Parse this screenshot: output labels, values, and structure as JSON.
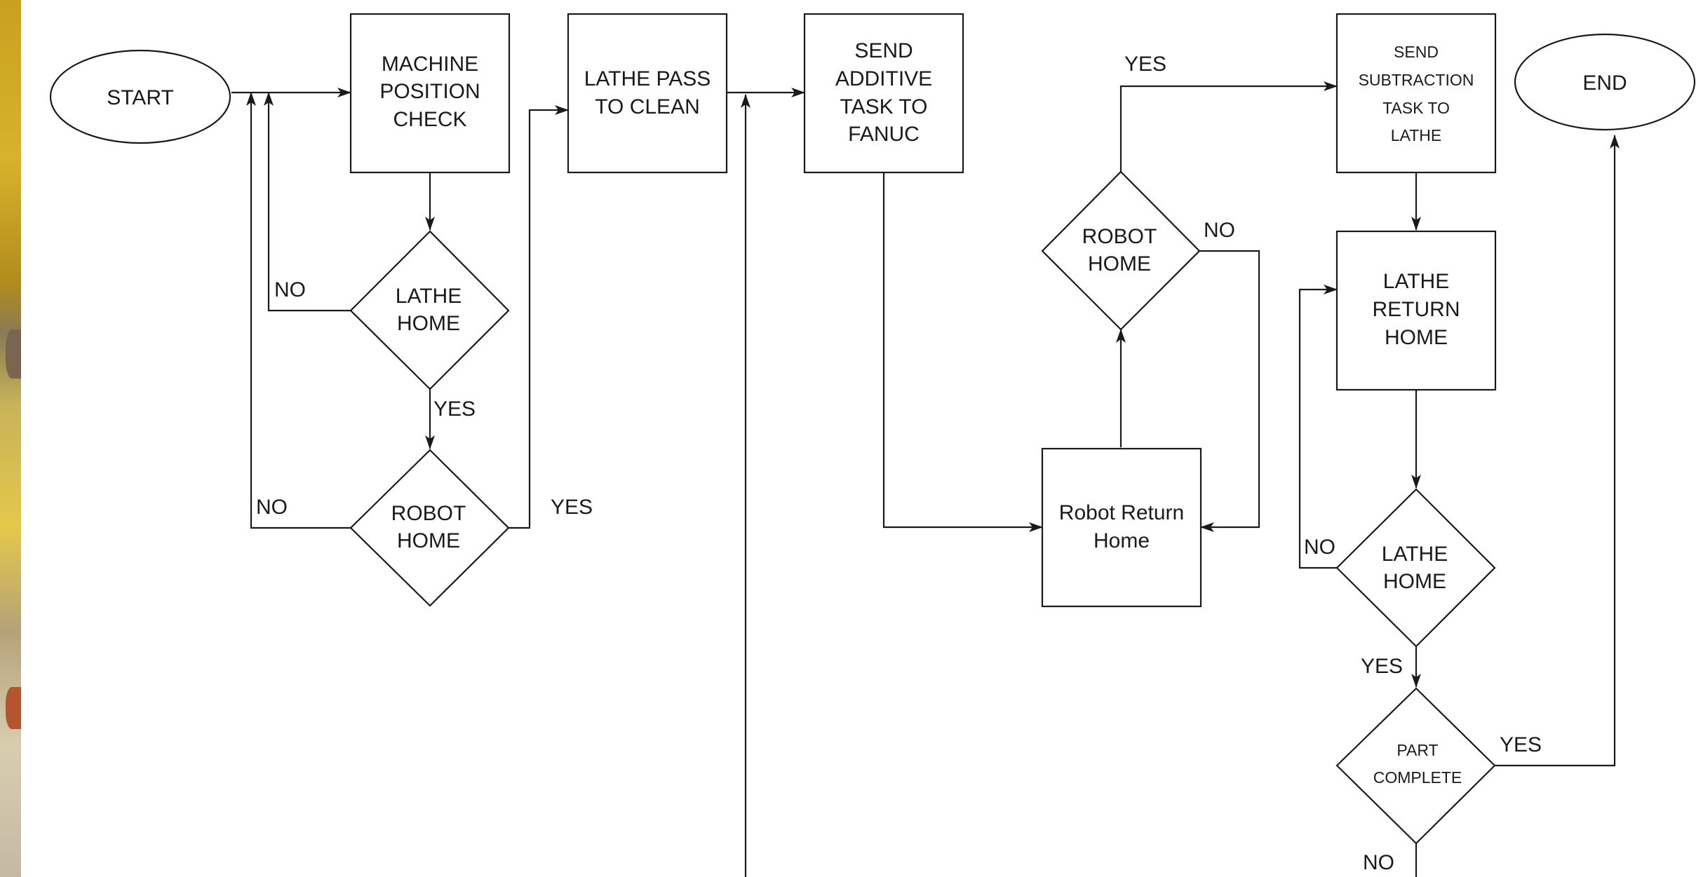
{
  "nodes": {
    "start": "START",
    "machine_position_check": [
      "MACHINE",
      "POSITION",
      "CHECK"
    ],
    "lathe_pass": [
      "LATHE PASS",
      "TO CLEAN"
    ],
    "send_additive": [
      "SEND",
      "ADDITIVE",
      "TASK TO",
      "FANUC"
    ],
    "send_subtraction": [
      "SEND",
      "SUBTRACTION",
      "TASK TO",
      "LATHE"
    ],
    "end": "END",
    "lathe_home_1": [
      "LATHE",
      "HOME"
    ],
    "robot_home_1": [
      "ROBOT",
      "HOME"
    ],
    "robot_home_2": [
      "ROBOT",
      "HOME"
    ],
    "robot_return_home": [
      "Robot Return",
      "Home"
    ],
    "lathe_return_home": [
      "LATHE",
      "RETURN",
      "HOME"
    ],
    "lathe_home_2": [
      "LATHE",
      "HOME"
    ],
    "part_complete": [
      "PART",
      "COMPLETE"
    ]
  },
  "edge_labels": {
    "lathe_home_1_no": "NO",
    "lathe_home_1_yes": "YES",
    "robot_home_1_no": "NO",
    "robot_home_1_yes": "YES",
    "robot_home_2_yes": "YES",
    "robot_home_2_no": "NO",
    "lathe_home_2_no": "NO",
    "lathe_home_2_yes": "YES",
    "part_complete_yes": "YES",
    "part_complete_no": "NO"
  },
  "colors": {
    "stroke": "#1a1a1a",
    "photo_strip": "#d4ae2a"
  }
}
